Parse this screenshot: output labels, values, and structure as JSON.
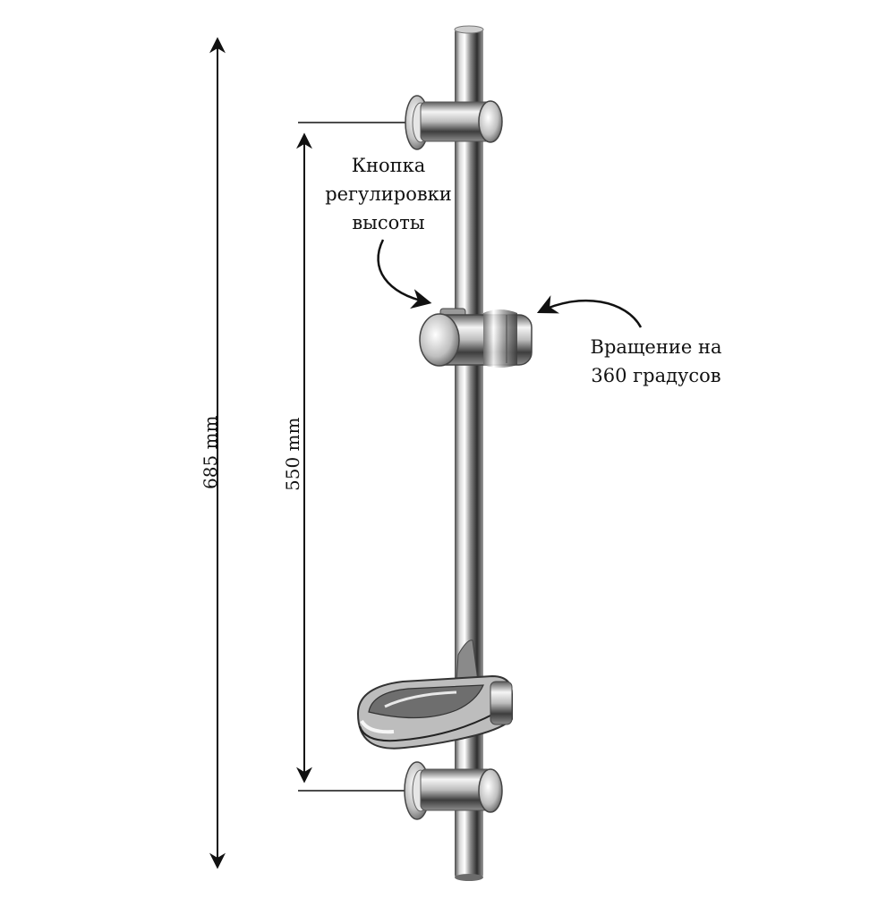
{
  "dimensions": {
    "total_length": "685 mm",
    "holder_spacing": "550 mm"
  },
  "callouts": {
    "height_button": [
      "Кнопка",
      "регулировки",
      "высоты"
    ],
    "rotation": [
      "Вращение на",
      "360 градусов"
    ]
  },
  "colors": {
    "chrome_dark": "#3a3a3a",
    "chrome_light": "#f4f4f4",
    "line": "#111111"
  }
}
